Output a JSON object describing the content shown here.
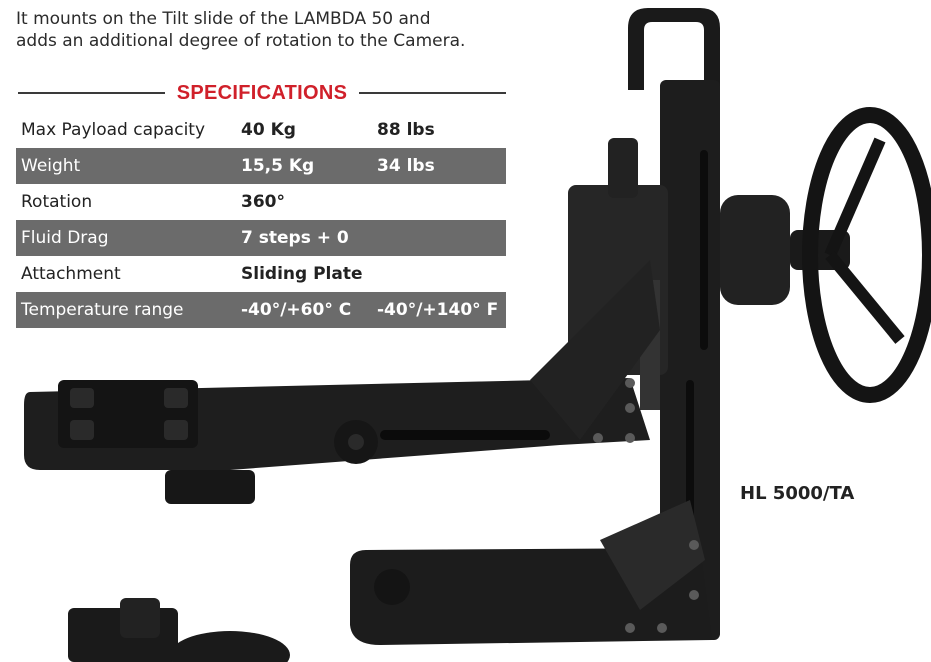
{
  "intro": {
    "line1": "It mounts on the Tilt slide of the LAMBDA 50 and",
    "line2": "adds an additional degree of rotation to the Camera."
  },
  "specifications": {
    "heading": "SPECIFICATIONS",
    "rows": [
      {
        "label": "Max Payload capacity",
        "metric": "40 Kg",
        "imperial": "88 lbs"
      },
      {
        "label": "Weight",
        "metric": "15,5 Kg",
        "imperial": "34 lbs"
      },
      {
        "label": "Rotation",
        "metric": "360°",
        "imperial": ""
      },
      {
        "label": "Fluid Drag",
        "metric": "7 steps + 0",
        "imperial": ""
      },
      {
        "label": "Attachment",
        "metric": "Sliding Plate",
        "imperial": ""
      },
      {
        "label": "Temperature range",
        "metric": "-40°/+60° C",
        "imperial": "-40°/+140° F"
      }
    ]
  },
  "model": "HL 5000/TA",
  "colors": {
    "accent": "#d0202a",
    "row_shade": "#6b6b6b",
    "product": "#1c1c1c"
  }
}
